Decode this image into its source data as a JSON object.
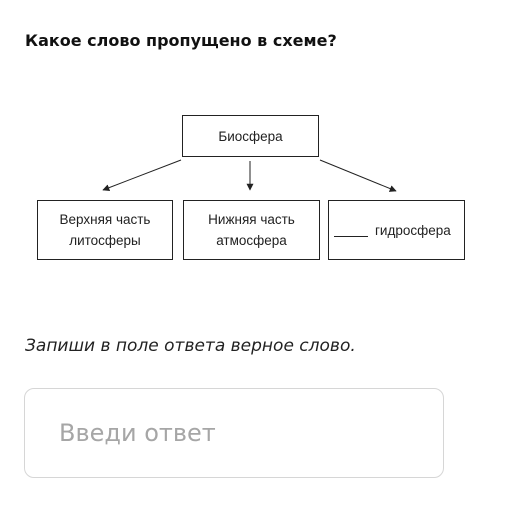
{
  "question": "Какое слово пропущено в схеме?",
  "scheme": {
    "top": "Биосфера",
    "boxes": [
      {
        "line1": "Верхняя часть",
        "line2": "литосферы"
      },
      {
        "line1": "Нижняя часть",
        "line2": "атмосфера"
      },
      {
        "blank": true,
        "text": "гидросфера"
      }
    ]
  },
  "instruction": "Запиши в поле ответа верное слово.",
  "answer": {
    "value": "",
    "placeholder": "Введи ответ"
  }
}
